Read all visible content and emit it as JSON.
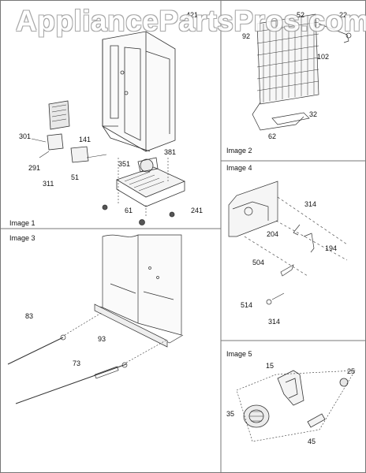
{
  "watermark": "AppliancePartsPros.com",
  "panels": [
    {
      "label": "Image 1",
      "parts": [
        "421",
        "301",
        "141",
        "291",
        "311",
        "51",
        "351",
        "381",
        "61",
        "241"
      ]
    },
    {
      "label": "Image 2",
      "parts": [
        "52",
        "22",
        "92",
        "102",
        "32",
        "62"
      ]
    },
    {
      "label": "Image 3",
      "parts": [
        "83",
        "93",
        "73"
      ]
    },
    {
      "label": "Image 4",
      "parts": [
        "314",
        "204",
        "194",
        "504",
        "514",
        "314"
      ]
    },
    {
      "label": "Image 5",
      "parts": [
        "15",
        "25",
        "35",
        "45"
      ]
    }
  ]
}
